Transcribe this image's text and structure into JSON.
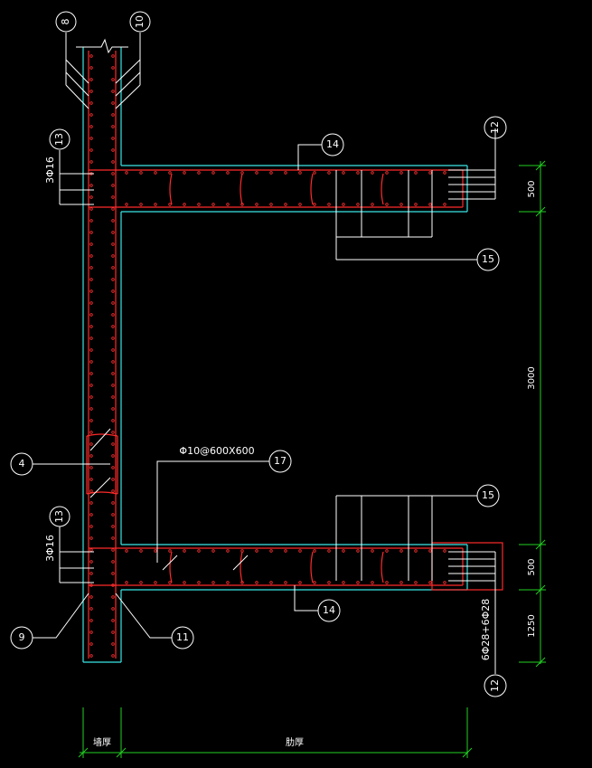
{
  "labels": {
    "tag_8": "8",
    "tag_10": "10",
    "tag_13_top": "13",
    "tag_14_top": "14",
    "tag_12_top": "12",
    "tag_15_top": "15",
    "tag_4": "4",
    "tag_17": "17",
    "tag_15_bottom": "15",
    "tag_13_bottom": "13",
    "tag_9": "9",
    "tag_11": "11",
    "tag_14_bottom": "14",
    "tag_12_bottom": "12",
    "rebar_top": "3Φ16",
    "rebar_bottom": "3Φ16",
    "tie_spec": "Φ10@600X600",
    "long_bars": "6Φ28+6Φ28"
  },
  "dimensions": {
    "d_500_top": "500",
    "d_3000": "3000",
    "d_500_bottom": "500",
    "d_1250": "1250",
    "wall_thickness": "墙厚",
    "rib_thickness": "肋厚"
  },
  "colors": {
    "outline": "#39e6e6",
    "rebar": "#ff2a2a",
    "leader": "#ffffff",
    "dimension": "#22d022",
    "background": "#000000"
  }
}
